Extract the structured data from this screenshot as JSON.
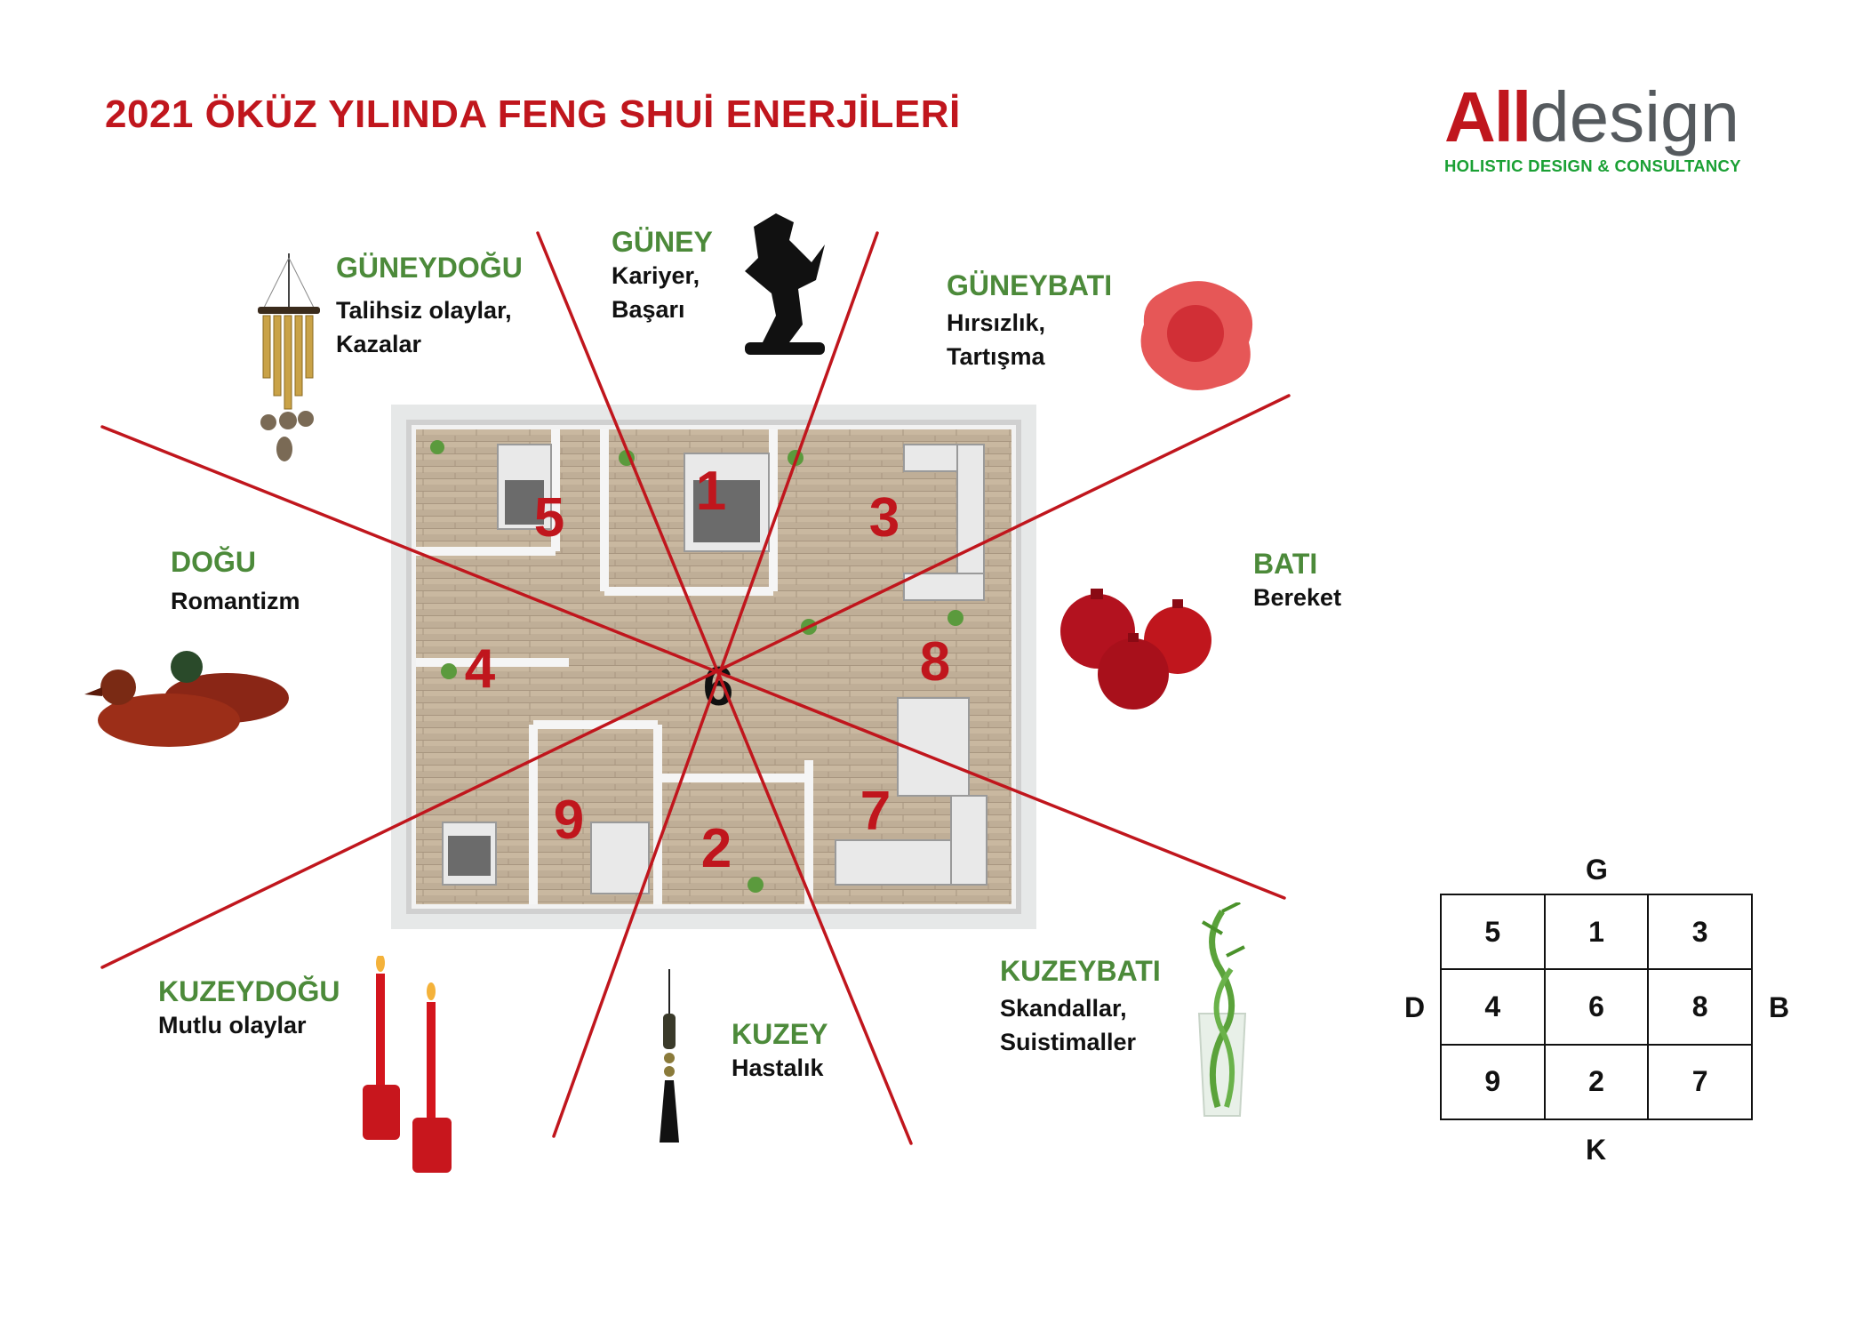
{
  "title": "2021 ÖKÜZ YILINDA FENG SHUİ ENERJİLERİ",
  "logo": {
    "part1": "All",
    "part2": "design",
    "tagline": "HOLISTIC DESIGN & CONSULTANCY"
  },
  "directions": {
    "guneydogu": {
      "name": "GÜNEYDOĞU",
      "line1": "Talihsiz olaylar,",
      "line2": "Kazalar",
      "icon": "wind-chime-icon"
    },
    "guney": {
      "name": "GÜNEY",
      "line1": "Kariyer,",
      "line2": "Başarı",
      "icon": "horse-statue-icon"
    },
    "guneybati": {
      "name": "GÜNEYBATI",
      "line1": "Hırsızlık,",
      "line2": "Tartışma",
      "icon": "red-ink-blot-icon"
    },
    "dogu": {
      "name": "DOĞU",
      "line1": "Romantizm",
      "icon": "mandarin-ducks-icon"
    },
    "bati": {
      "name": "BATI",
      "line1": "Bereket",
      "icon": "pomegranates-icon"
    },
    "kuzeydogu": {
      "name": "KUZEYDOĞU",
      "line1": "Mutlu olaylar",
      "icon": "red-candles-icon"
    },
    "kuzey": {
      "name": "KUZEY",
      "line1": "Hastalık",
      "icon": "mystic-knot-tassel-icon"
    },
    "kuzeybati": {
      "name": "KUZEYBATI",
      "line1": "Skandallar,",
      "line2": "Suistimaller",
      "icon": "lucky-bamboo-icon"
    }
  },
  "plan_numbers": {
    "n5": "5",
    "n1": "1",
    "n3": "3",
    "n4": "4",
    "n6": "6",
    "n8": "8",
    "n9": "9",
    "n2": "2",
    "n7": "7"
  },
  "grid": {
    "rows": [
      [
        "5",
        "1",
        "3"
      ],
      [
        "4",
        "6",
        "8"
      ],
      [
        "9",
        "2",
        "7"
      ]
    ],
    "top": "G",
    "bottom": "K",
    "left": "D",
    "right": "B"
  },
  "colors": {
    "accent_red": "#c0161d",
    "direction_green": "#4c8a3a",
    "tagline_green": "#1aa034",
    "logo_gray": "#555a5e"
  }
}
